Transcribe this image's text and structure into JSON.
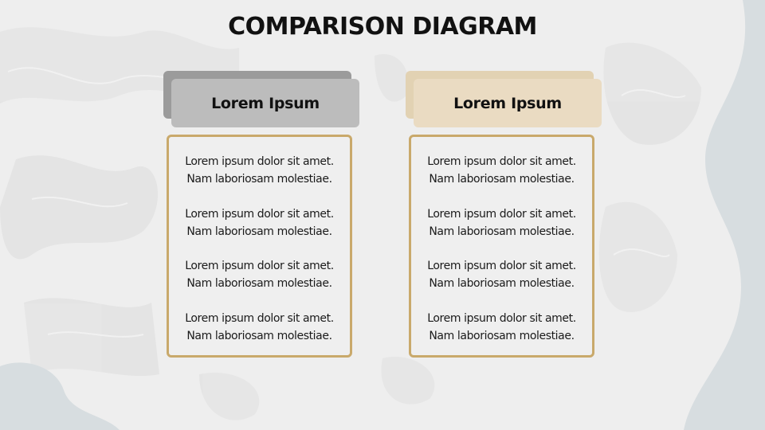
{
  "title": "COMPARISON DIAGRAM",
  "colors": {
    "background": "#eeeeee",
    "map_texture": "#e3e3e3",
    "side_shape": "#d7dde0",
    "left_header": "#bcbcbc",
    "left_header_shadow": "#9b9b9b",
    "right_header": "#eadbc2",
    "right_header_shadow": "#e2d2b3",
    "box_border": "#c9a96b",
    "text": "#111111"
  },
  "columns": [
    {
      "heading": "Lorem Ipsum",
      "items": [
        {
          "line1": "Lorem ipsum dolor sit amet.",
          "line2": "Nam laboriosam molestiae."
        },
        {
          "line1": "Lorem ipsum dolor sit amet.",
          "line2": "Nam laboriosam molestiae."
        },
        {
          "line1": "Lorem ipsum dolor sit amet.",
          "line2": "Nam laboriosam molestiae."
        },
        {
          "line1": "Lorem ipsum dolor sit amet.",
          "line2": "Nam laboriosam molestiae."
        }
      ]
    },
    {
      "heading": "Lorem Ipsum",
      "items": [
        {
          "line1": "Lorem ipsum dolor sit amet.",
          "line2": "Nam laboriosam molestiae."
        },
        {
          "line1": "Lorem ipsum dolor sit amet.",
          "line2": "Nam laboriosam molestiae."
        },
        {
          "line1": "Lorem ipsum dolor sit amet.",
          "line2": "Nam laboriosam molestiae."
        },
        {
          "line1": "Lorem ipsum dolor sit amet.",
          "line2": "Nam laboriosam molestiae."
        }
      ]
    }
  ]
}
